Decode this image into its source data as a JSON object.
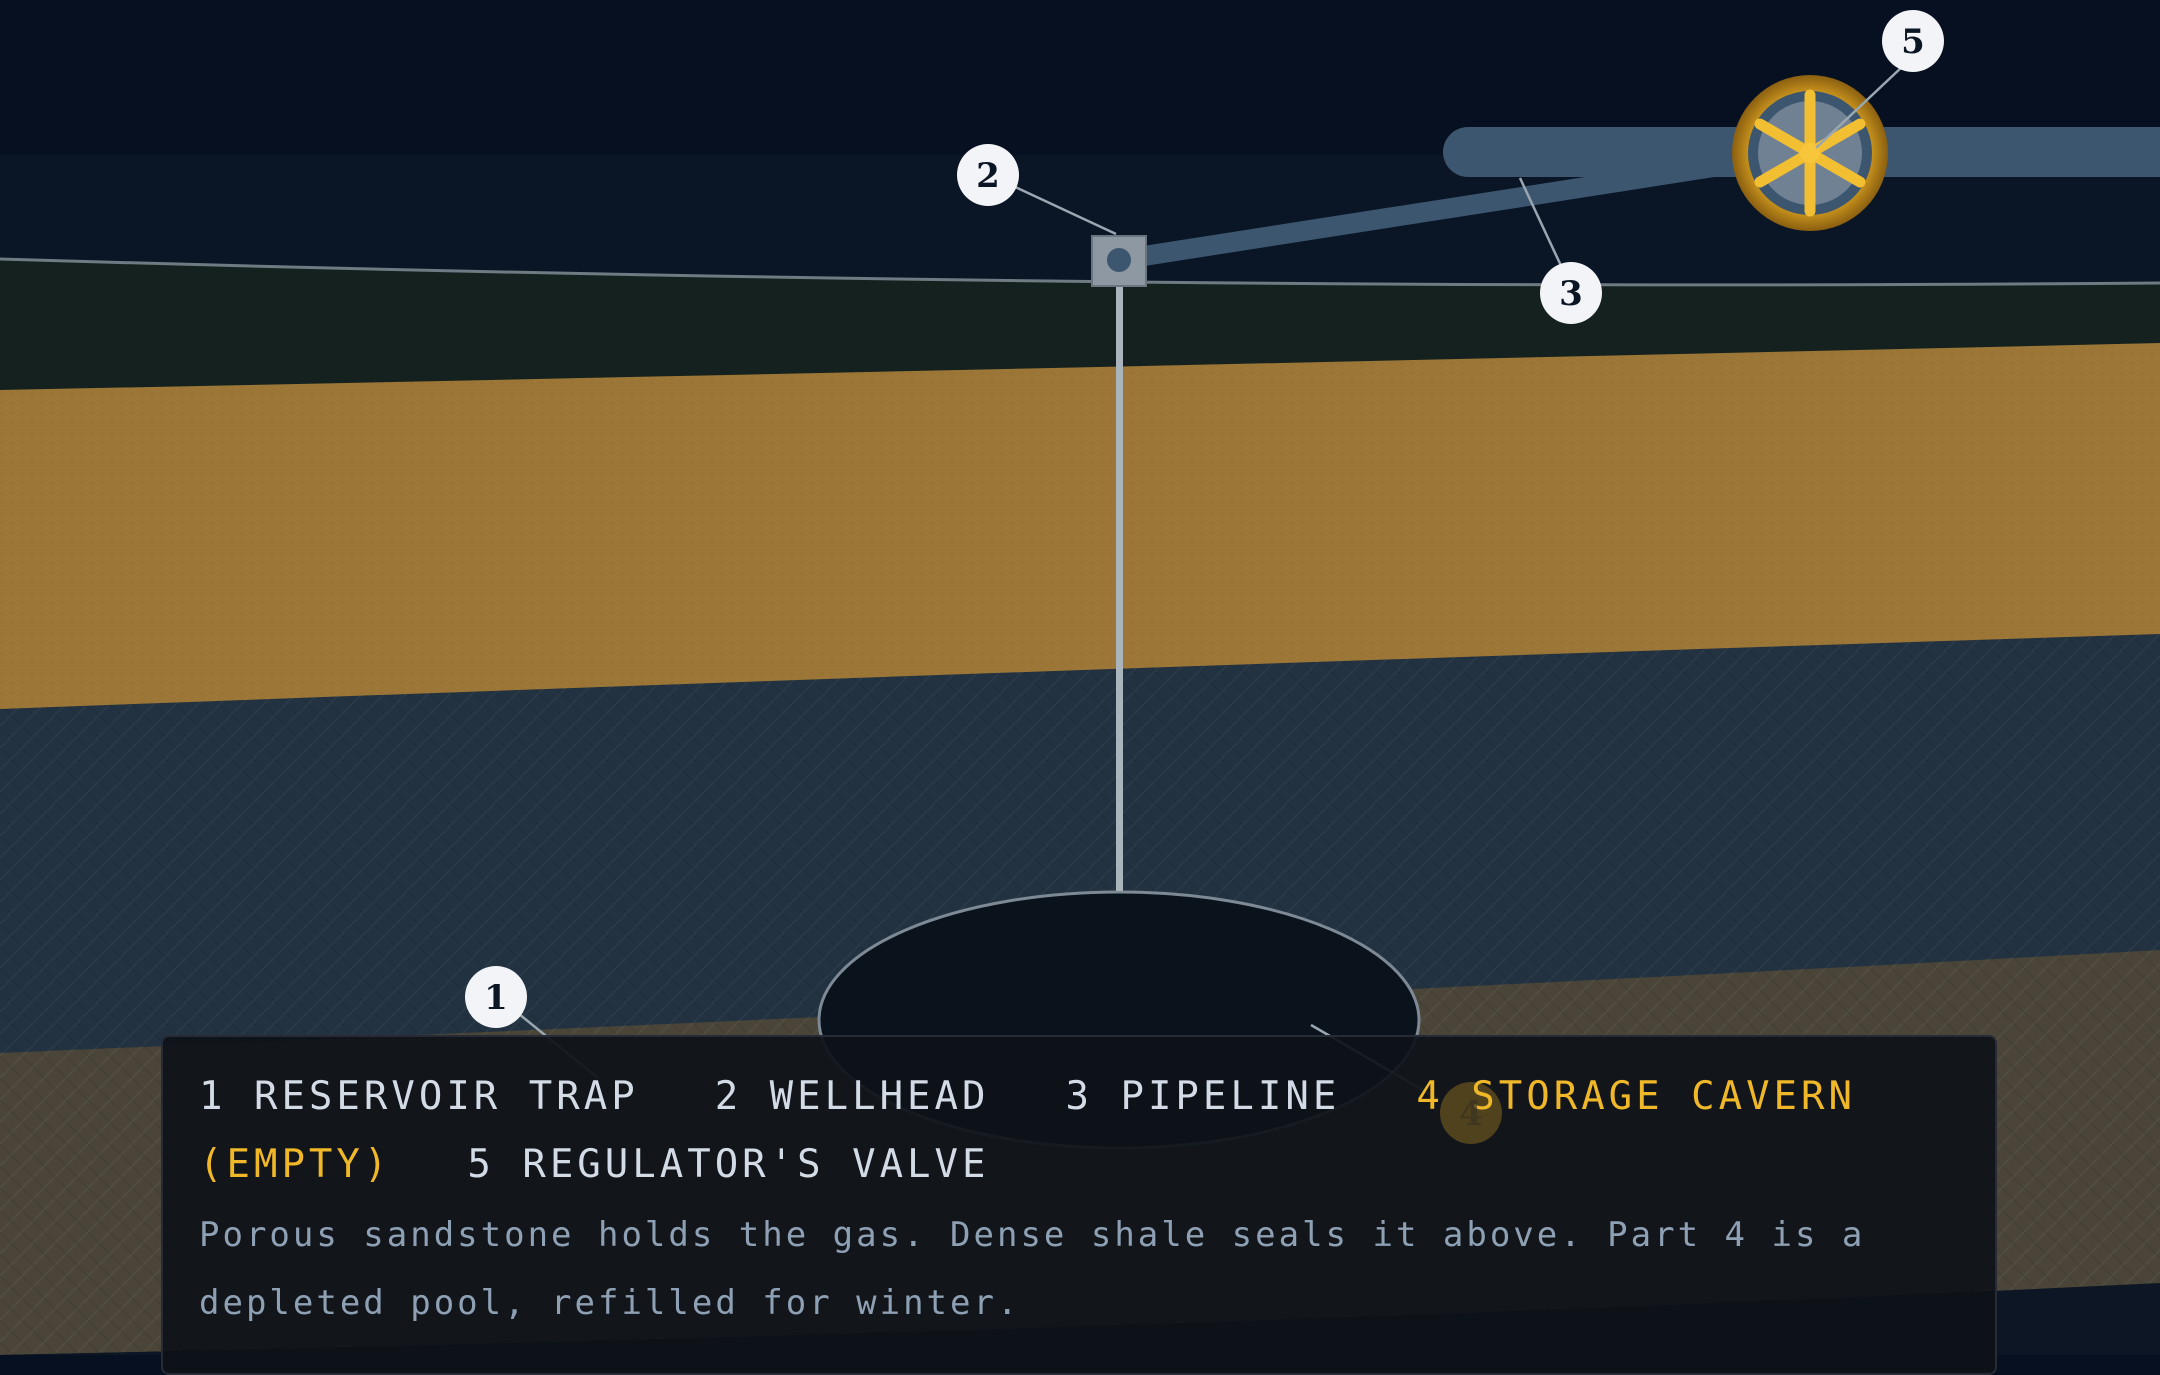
{
  "diagram": {
    "callouts": [
      "1",
      "2",
      "3",
      "4",
      "5"
    ]
  },
  "legend": {
    "items": [
      {
        "num": "1",
        "label": "RESERVOIR TRAP"
      },
      {
        "num": "2",
        "label": "WELLHEAD"
      },
      {
        "num": "3",
        "label": "PIPELINE"
      },
      {
        "num": "4",
        "label": "STORAGE CAVERN (EMPTY)",
        "active": true
      },
      {
        "num": "5",
        "label": "REGULATOR'S VALVE"
      }
    ],
    "item_texts": [
      "1 RESERVOIR TRAP",
      "2 WELLHEAD",
      "3 PIPELINE",
      "4 STORAGE CAVERN (EMPTY)",
      "5 REGULATOR'S VALVE"
    ],
    "note": "Porous sandstone holds the gas. Dense shale seals it above. Part 4 is a depleted pool, refilled for winter."
  },
  "colors": {
    "sky": "#071020",
    "soil": "#15211e",
    "sandstone": "#9b7636",
    "shale": "#223240",
    "bedrock": "#4a4538",
    "pipe": "#3b566e",
    "valve_gold": "#d8a024",
    "active_label": "#f0b829"
  },
  "icons": [
    "valve-wheel-icon",
    "wellhead-icon"
  ]
}
